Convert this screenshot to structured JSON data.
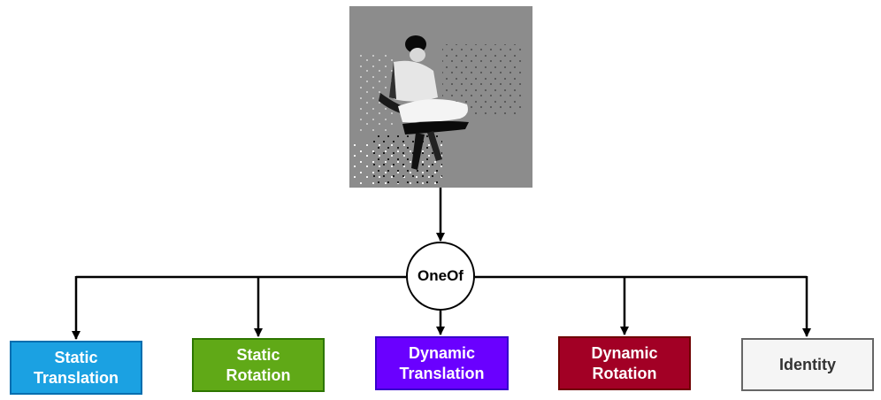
{
  "input_image": {
    "description_icon": "event-camera-frame-person-on-chair-icon"
  },
  "root": {
    "label": "OneOf"
  },
  "options": [
    {
      "line1": "Static",
      "line2": "Translation",
      "fill": "#1ba1e2",
      "border": "#006eaf",
      "text_color": "#ffffff"
    },
    {
      "line1": "Static",
      "line2": "Rotation",
      "fill": "#60a917",
      "border": "#2d7600",
      "text_color": "#ffffff"
    },
    {
      "line1": "Dynamic",
      "line2": "Translation",
      "fill": "#6a00ff",
      "border": "#3700cc",
      "text_color": "#ffffff"
    },
    {
      "line1": "Dynamic",
      "line2": "Rotation",
      "fill": "#a20025",
      "border": "#6f0000",
      "text_color": "#ffffff"
    },
    {
      "line1": "Identity",
      "line2": "",
      "fill": "#f5f5f5",
      "border": "#666666",
      "text_color": "#333333"
    }
  ]
}
